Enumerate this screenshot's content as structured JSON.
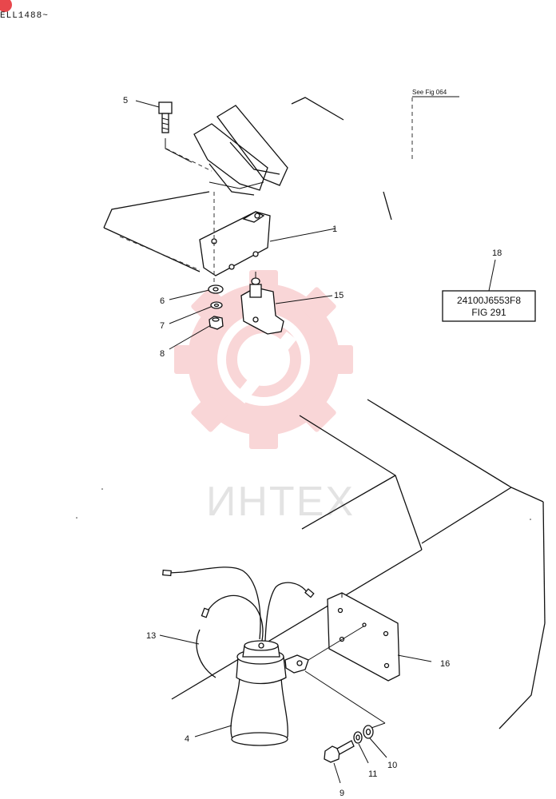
{
  "header": {
    "serial_text": "ELL1488~"
  },
  "reference": {
    "see_fig": "See Fig 064"
  },
  "callout_box": {
    "part_code": "24100J6553F8",
    "fig_ref": "FIG 291"
  },
  "watermark": {
    "text": "ИНТЕХ",
    "brand_color": "#e8474c"
  },
  "labels": {
    "l1": "1",
    "l4": "4",
    "l5": "5",
    "l6": "6",
    "l7": "7",
    "l8": "8",
    "l9": "9",
    "l10": "10",
    "l11": "11",
    "l13": "13",
    "l15": "15",
    "l16": "16",
    "l18": "18"
  }
}
